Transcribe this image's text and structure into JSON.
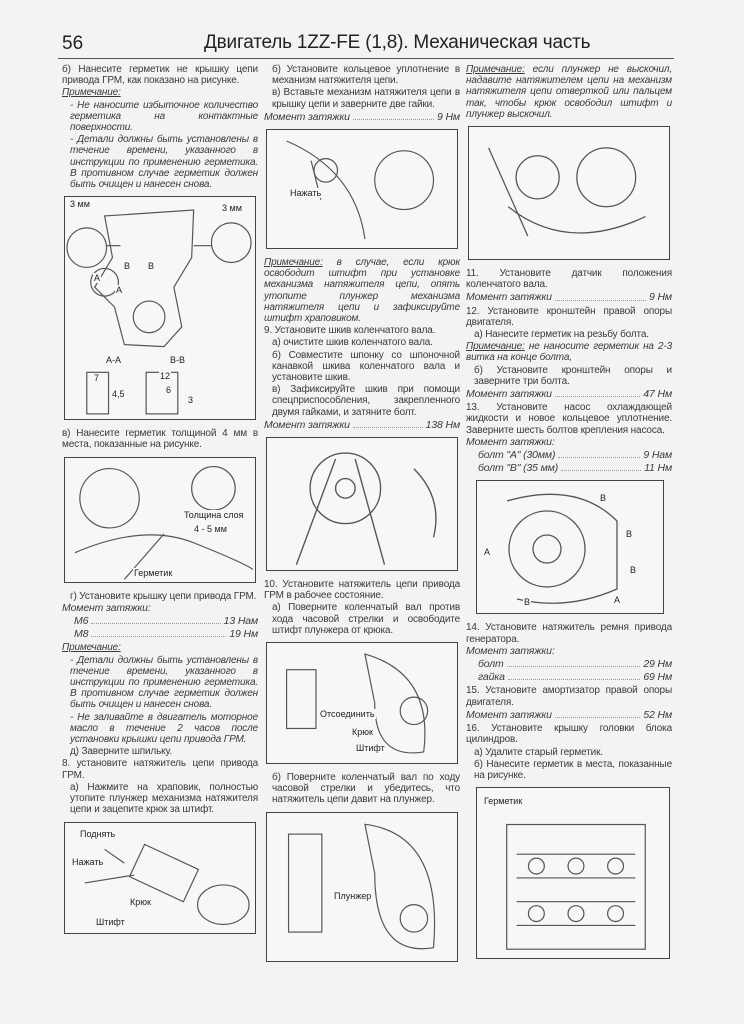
{
  "header": {
    "page_number": "56",
    "title": "Двигатель 1ZZ-FE (1,8). Механическая часть"
  },
  "col1": {
    "p1": "б) Нанесите герметик не крышку цепи привода ГРМ, как показано на рисунке.",
    "note_label": "Примечание:",
    "note1": "- Не наносите избыточное количество герметика на контактные поверхности.",
    "note2": "- Детали должны быть установлены в течение времени, указанного в инструкции по применению герметика. В противном случае герметик должен быть очищен и нанесен снова.",
    "fig1": {
      "l1": "3 мм",
      "l2": "3 мм",
      "b1": "B",
      "b2": "B",
      "a1": "A",
      "a2": "A",
      "aa": "A-A",
      "bb": "B-B",
      "d7": "7",
      "d45": "4,5",
      "d12": "12",
      "d6": "6",
      "d3": "3"
    },
    "p2": "в) Нанесите герметик толщиной 4 мм в места, показанные на рисунке.",
    "fig2": {
      "l1": "Толщина слоя",
      "l2": "4 - 5 мм",
      "l3": "Герметик"
    },
    "p3": "г) Установите крышку цепи привода ГРМ.",
    "torque_label": "Момент затяжки:",
    "torque": [
      {
        "name": "M6",
        "value": "13 Нам"
      },
      {
        "name": "M8",
        "value": "19 Нм"
      }
    ],
    "note_label2": "Примечание:",
    "note3": "- Детали должны быть установлены в течение времени, указанного в инструкции по применению герметика. В противном случае герметик должен быть очищен и нанесен снова.",
    "note4": "- Не заливайте в двигатель моторное масло в течение 2 часов после установки крышки цепи привода ГРМ.",
    "p4": "д) Заверните шпильку.",
    "p5": "8. установите натяжитель цепи привода ГРМ.",
    "p6": "а) Нажмите на храповик, полностью утопите плунжер механизма натяжителя цепи и зацепите крюк за штифт.",
    "fig3": {
      "l1": "Поднять",
      "l2": "Нажать",
      "l3": "Крюк",
      "l4": "Штифт"
    }
  },
  "col2": {
    "p1": "б) Установите кольцевое уплотнение в механизм натяжителя цепи.",
    "p2": "в) Вставьте механизм натяжителя цепи в крышку цепи и заверните две гайки.",
    "torque1": {
      "name": "Момент затяжки",
      "value": "9 Нм"
    },
    "fig1": {
      "l1": "Нажать"
    },
    "note_label": "Примечание:",
    "note": " в случае, если крюк освободит штифт при установке механизма натяжителя цепи, опять утопите плунжер механизма натяжителя цепи и зафиксируйте штифт храповиком.",
    "p3": "9. Установите шкив коленчатого вала.",
    "p4": "а) очистите шкив коленчатого вала.",
    "p5": "б) Совместите шпонку со шпоночной канавкой шкива коленчатого вала и установите шкив.",
    "p6": "в) Зафиксируйте шкив при помощи спецприспособления, закрепленного двумя гайками, и затяните болт.",
    "torque2": {
      "name": "Момент затяжки",
      "value": "138 Нм"
    },
    "p7": "10. Установите натяжитель цепи привода ГРМ в рабочее состояние.",
    "p8": "а) Поверните коленчатый вал против хода часовой стрелки и освободите штифт плунжера от крюка.",
    "fig3": {
      "l1": "Отсоединить",
      "l2": "Крюк",
      "l3": "Штифт"
    },
    "p9": "б) Поверните коленчатый вал по ходу часовой стрелки и убедитесь, что натяжитель цепи давит на плунжер.",
    "fig4": {
      "l1": "Плунжер"
    }
  },
  "col3": {
    "note_label": "Примечание:",
    "note": " если плунжер не выскочил, надавите натяжителем цепи на механизм натяжителя цепи отверткой или пальцем так, чтобы крюк освободил штифт и плунжер выскочил.",
    "p1": "11. Установите датчик положения коленчатого вала.",
    "torque1": {
      "name": "Момент затяжки",
      "value": "9 Нм"
    },
    "p2": "12. Установите кронштейн правой опоры двигателя.",
    "p3": "а) Нанесите герметик на резьбу болта.",
    "note2_label": "Примечание:",
    "note2": " не наносите герметик на 2-3 витка на конце болта,",
    "p4": "б) Установите кронштейн опоры и заверните три болта.",
    "torque2": {
      "name": "Момент затяжки",
      "value": "47 Нм"
    },
    "p5": "13. Установите насос охлаждающей жидкости и новое кольцевое уплотнение. Заверните шесть болтов крепления насоса.",
    "torque3_label": "Момент затяжки:",
    "torque3": [
      {
        "name": "болт \"А\" (30мм)",
        "value": "9 Нам"
      },
      {
        "name": "болт \"В\" (35 мм)",
        "value": "11 Нм"
      }
    ],
    "fig2": {
      "b1": "B",
      "b2": "B",
      "b3": "B",
      "b4": "B",
      "a1": "A",
      "a2": "A"
    },
    "p6": "14. Установите натяжитель ремня привода генератора.",
    "torque4_label": "Момент затяжки:",
    "torque4": [
      {
        "name": "болт",
        "value": "29 Нм"
      },
      {
        "name": "гайка",
        "value": "69 Нм"
      }
    ],
    "p7": "15. Установите амортизатор правой опоры двигателя.",
    "torque5": {
      "name": "Момент затяжки",
      "value": "52 Нм"
    },
    "p8": "16. Установите крышку головки блока цилиндров.",
    "p9": "а) Удалите старый герметик.",
    "p10": "б) Нанесите герметик в места, показанные на рисунке.",
    "fig3": {
      "l1": "Герметик"
    }
  }
}
